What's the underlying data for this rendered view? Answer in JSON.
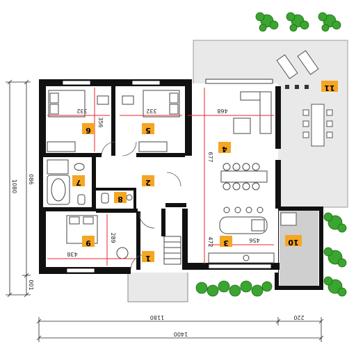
{
  "rooms": [
    {
      "id": "r1",
      "number": "1"
    },
    {
      "id": "r2",
      "number": "2"
    },
    {
      "id": "r3",
      "number": "3"
    },
    {
      "id": "r4",
      "number": "4"
    },
    {
      "id": "r5",
      "number": "5"
    },
    {
      "id": "r6",
      "number": "6"
    },
    {
      "id": "r7",
      "number": "7"
    },
    {
      "id": "r8",
      "number": "8"
    },
    {
      "id": "r9",
      "number": "9"
    },
    {
      "id": "r10",
      "number": "10"
    },
    {
      "id": "r11",
      "number": "11"
    }
  ],
  "room_dimensions": {
    "r6_width": "332",
    "r6_depth": "356",
    "r5_width": "332",
    "r4_width": "468",
    "r4_depth": "677",
    "r3_depth": "472",
    "r3_width": "456",
    "r9_width": "438",
    "r9_depth": "289"
  },
  "overall_dimensions": {
    "bottom_main": "1180",
    "bottom_terrace": "220",
    "bottom_total": "1400",
    "left_total": "1080",
    "left_main": "086",
    "left_small": "001"
  },
  "colors": {
    "wall": "#111111",
    "label_bg": "#f5a623",
    "dimension_red": "#e8262c",
    "terrace": "#e9e9e9",
    "garage": "#cfcfcf",
    "tree": "#3aa52f"
  }
}
